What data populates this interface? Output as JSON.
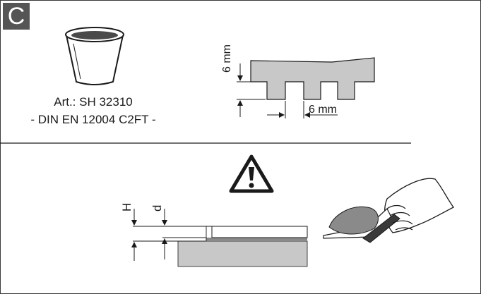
{
  "section": {
    "badge": "C"
  },
  "product": {
    "article": "Art.: SH 32310",
    "standard": "- DIN EN 12004 C2FT -"
  },
  "notch": {
    "depth_label": "6 mm",
    "width_label": "6 mm"
  },
  "dimensions": {
    "h_label": "H",
    "d_label": "d"
  },
  "icons": {
    "container": "adhesive-bucket-icon",
    "warning": "warning-triangle-icon",
    "hand": "hand-with-trowel-icon"
  },
  "colors": {
    "fill_gray": "#c8c8c8",
    "adhesive": "#8a8a8a",
    "line": "#1a1a1a"
  }
}
